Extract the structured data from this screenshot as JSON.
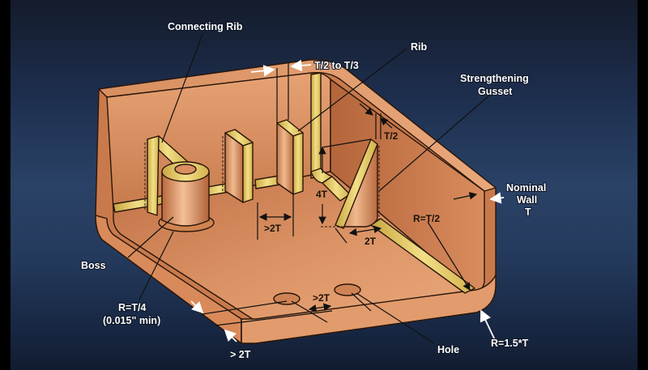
{
  "diagram": {
    "subject": "Plastic part design guidelines - ribs, bosses, gussets, holes",
    "colors": {
      "background_top": "#141b2c",
      "background_mid": "#2a4266",
      "part_copper": "#d98c5f",
      "part_copper_dark": "#b86a3e",
      "rib_yellow": "#e9cf6a",
      "label_text": "#ffffff",
      "dimension_text": "#1a1208"
    },
    "labels": {
      "connecting_rib": "Connecting Rib",
      "rib_thickness": "T/2 to T/3",
      "rib": "Rib",
      "gusset_line1": "Strengthening",
      "gusset_line2": "Gusset",
      "nominal_line1": "Nominal",
      "nominal_line2": "Wall",
      "nominal_line3": "T",
      "boss": "Boss",
      "boss_radius_line1": "R=T/4",
      "boss_radius_line2": "(0.015\" min)",
      "edge_distance": "> 2T",
      "hole": "Hole",
      "outer_radius": "R=1.5*T"
    },
    "dimensions": {
      "rib_spacing": ">2T",
      "rib_height": "4T",
      "gusset_base": "2T",
      "gusset_thickness": "T/2",
      "inner_radius": "R=T/2",
      "hole_spacing": ">2T"
    }
  }
}
